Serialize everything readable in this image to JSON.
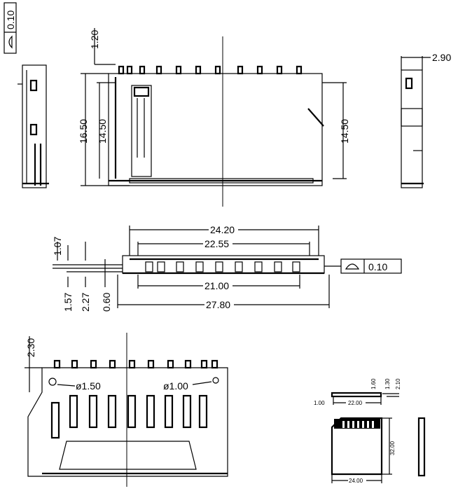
{
  "drawing": {
    "flatness_tolerance_left": "0.10",
    "flatness_tolerance_front": "0.10",
    "top_view": {
      "pin_height": "1.20",
      "overall_depth": "16.50",
      "depth_inner": "14.50",
      "depth_right": "14.50"
    },
    "side_view": {
      "thickness": "2.90"
    },
    "front_view": {
      "width_top": "24.20",
      "width_inner": "22.55",
      "height_1": "1.07",
      "pin_span": "21.00",
      "height_2": "1.57",
      "height_3": "2.27",
      "height_4": "0.60",
      "overall_width": "27.80"
    },
    "pcb_layout": {
      "offset": "2.30",
      "hole_1": "ø1.50",
      "hole_2": "ø1.00"
    },
    "sd_card": {
      "t1": "1.60",
      "t2": "1.30",
      "t3": "2.10",
      "edge": "1.00",
      "width_top": "22.00",
      "height": "32.00",
      "width": "24.00"
    }
  }
}
